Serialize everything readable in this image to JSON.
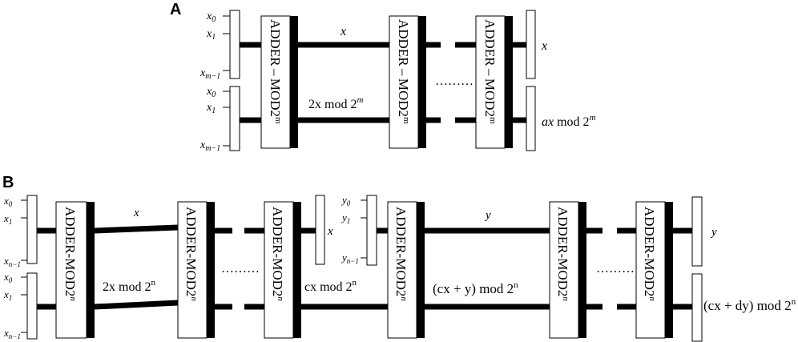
{
  "panel_a": {
    "label": "A",
    "adder_label": "ADDER – MOD2",
    "adder_exp": "m",
    "input_x_label": "x",
    "input_sub_0": "0",
    "input_sub_1": "1",
    "input_sub_last": "m−1",
    "wire_top_label": "x",
    "wire_bottom_label": "2x mod 2",
    "wire_bottom_exp": "m",
    "dots": "………",
    "output_top": "x",
    "output_bottom_a": "ax",
    "output_bottom_mod": " mod 2",
    "output_bottom_exp": "m"
  },
  "panel_b": {
    "label": "B",
    "adder_label": "ADDER-MOD2",
    "adder_exp": "n",
    "input_x_label": "x",
    "input_y_label": "y",
    "input_sub_0": "0",
    "input_sub_1": "1",
    "input_sub_last": "n−1",
    "wire_x_label": "x",
    "wire_2x_label": "2x mod 2",
    "wire_2x_exp": "n",
    "dots": "………",
    "output_x": "x",
    "wire_cx_label": "cx mod 2",
    "wire_cx_exp": "n",
    "wire_y_label": "y",
    "wire_cxy_label": "(cx + y) mod 2",
    "wire_cxy_exp": "n",
    "output_y": "y",
    "output_cxdy_label": "(cx + dy) mod 2",
    "output_cxdy_exp": "n"
  }
}
